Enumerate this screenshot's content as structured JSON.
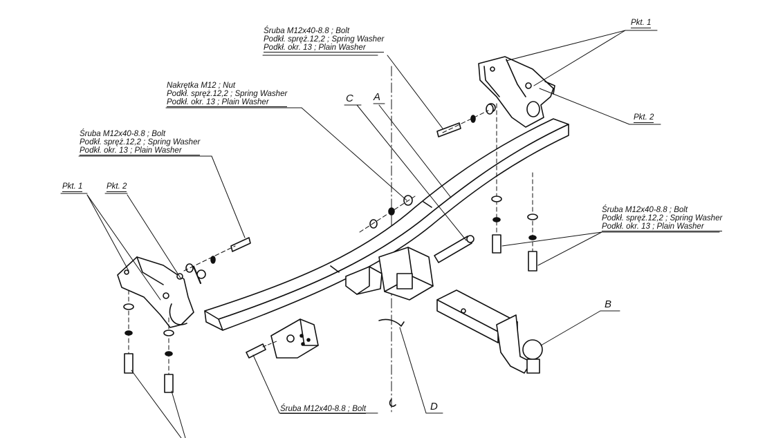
{
  "callouts": {
    "top_bolt": {
      "line1": "Śruba M12x40-8.8 ;  Bolt",
      "line2": "Podkł. spręż.12,2 ; Spring Washer",
      "line3": "Podkł. okr. 13 ; Plain Washer"
    },
    "nut": {
      "line1": "Nakrętka  M12 ; Nut",
      "line2": "Podkł. spręż.12,2 ; Spring Washer",
      "line3": "Podkł. okr. 13 ; Plain Washer"
    },
    "left_bolt": {
      "line1": "Śruba M12x40-8.8 ;  Bolt",
      "line2": "Podkł. spręż.12,2 ; Spring Washer",
      "line3": "Podkł. okr. 13 ; Plain Washer"
    },
    "right_bolt": {
      "line1": "Śruba M12x40-8.8 ;  Bolt",
      "line2": "Podkł. spręż.12,2 ; Spring Washer",
      "line3": "Podkł. okr. 13 ; Plain Washer"
    },
    "bottom_bolt": {
      "line1": "Śruba M12x40-8.8 ;  Bolt"
    }
  },
  "part_letters": {
    "a": "A",
    "b": "B",
    "c": "C",
    "d": "D"
  },
  "points": {
    "pkt1_right": "Pkt. 1",
    "pkt2_right": "Pkt. 2",
    "pkt1_left": "Pkt. 1",
    "pkt2_left": "Pkt. 2"
  }
}
